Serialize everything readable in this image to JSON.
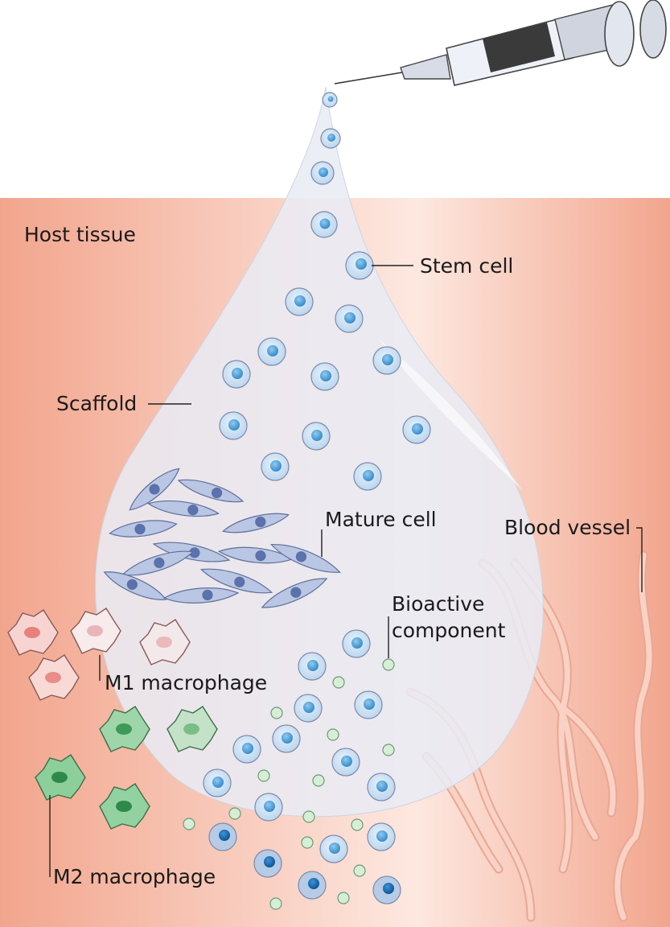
{
  "labels": {
    "host_tissue": "Host tissue",
    "stem_cell": "Stem cell",
    "scaffold": "Scaffold",
    "mature_cell": "Mature cell",
    "blood_vessel": "Blood vessel",
    "bioactive_line1": "Bioactive",
    "bioactive_line2": "component",
    "m1_macrophage": "M1 macrophage",
    "m2_macrophage": "M2 macrophage"
  },
  "colors": {
    "tissue_edge": "#f2a58d",
    "tissue_center": "#fde8e0",
    "scaffold": "#eef0f7",
    "stem_cell": "#cfe2f3",
    "stem_nucleus": "#4a9ed4",
    "mature_cell": "#b5c3e2",
    "mature_nucleus": "#5a72b0",
    "m1": "#f6c8c4",
    "m2": "#8ccf9a",
    "bioactive": "#d8efd8",
    "vessel": "#f7c6b6"
  }
}
